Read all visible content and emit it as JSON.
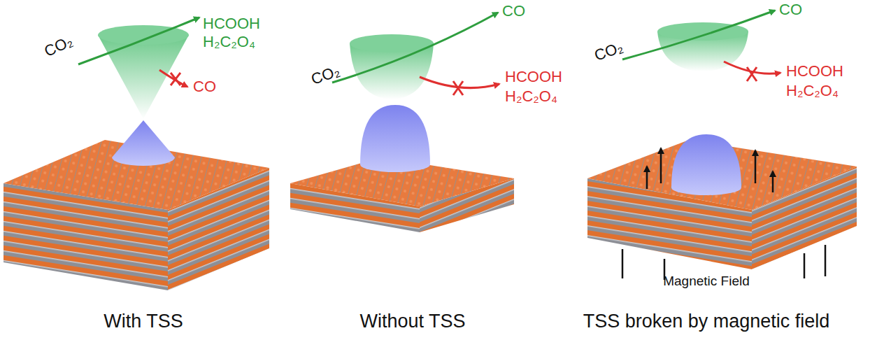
{
  "diagram": {
    "labels": [
      "CO₂",
      "HCOOH",
      "H₂C₂O₄",
      "CO",
      "With TSS",
      "CO₂",
      "CO",
      "HCOOH",
      "H₂C₂O₄",
      "Without TSS",
      "CO₂",
      "CO",
      "HCOOH",
      "H₂C₂O₄",
      "Magnetic Field",
      "TSS broken by magnetic field"
    ]
  }
}
